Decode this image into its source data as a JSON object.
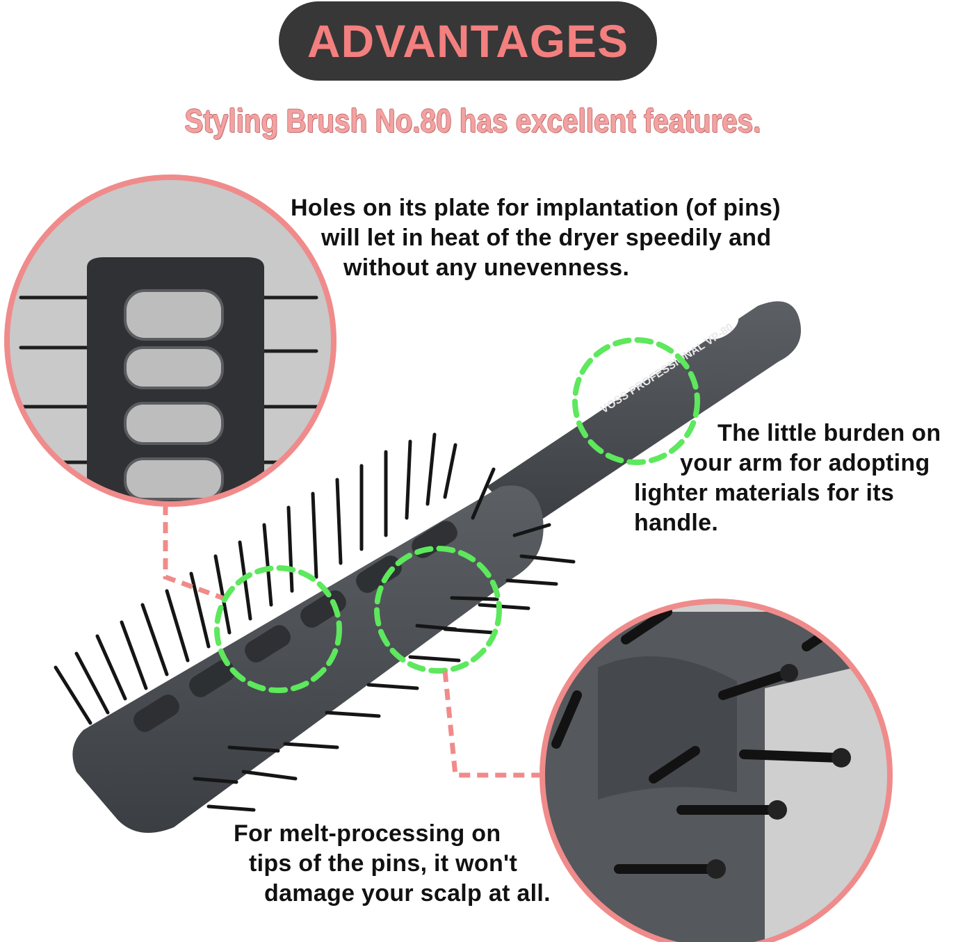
{
  "header": {
    "badge": "ADVANTAGES",
    "subtitle": "Styling Brush No.80 has excellent features."
  },
  "callouts": {
    "holes": {
      "lines": [
        "Holes on its plate for implantation  (of pins)",
        "will let in heat of the dryer speedily and",
        "without any unevenness."
      ]
    },
    "handle": {
      "lines": [
        "The little burden on",
        "your arm for adopting",
        "lighter materials for its",
        "handle."
      ]
    },
    "tips": {
      "lines": [
        "For melt-processing on",
        "tips of the pins, it won't",
        "damage your scalp at all."
      ]
    }
  },
  "product": {
    "handle_print": "VOSS PROFESSIONAL VP-80"
  },
  "colors": {
    "badge_bg": "#373737",
    "accent_pink": "#f47f7f",
    "highlight_green": "#5de85d",
    "brush_gray": "#4a4d51"
  },
  "icons": [
    "hairbrush-illustration",
    "zoom-circle-plate",
    "zoom-circle-pin-tips",
    "dashed-highlight-circle"
  ]
}
